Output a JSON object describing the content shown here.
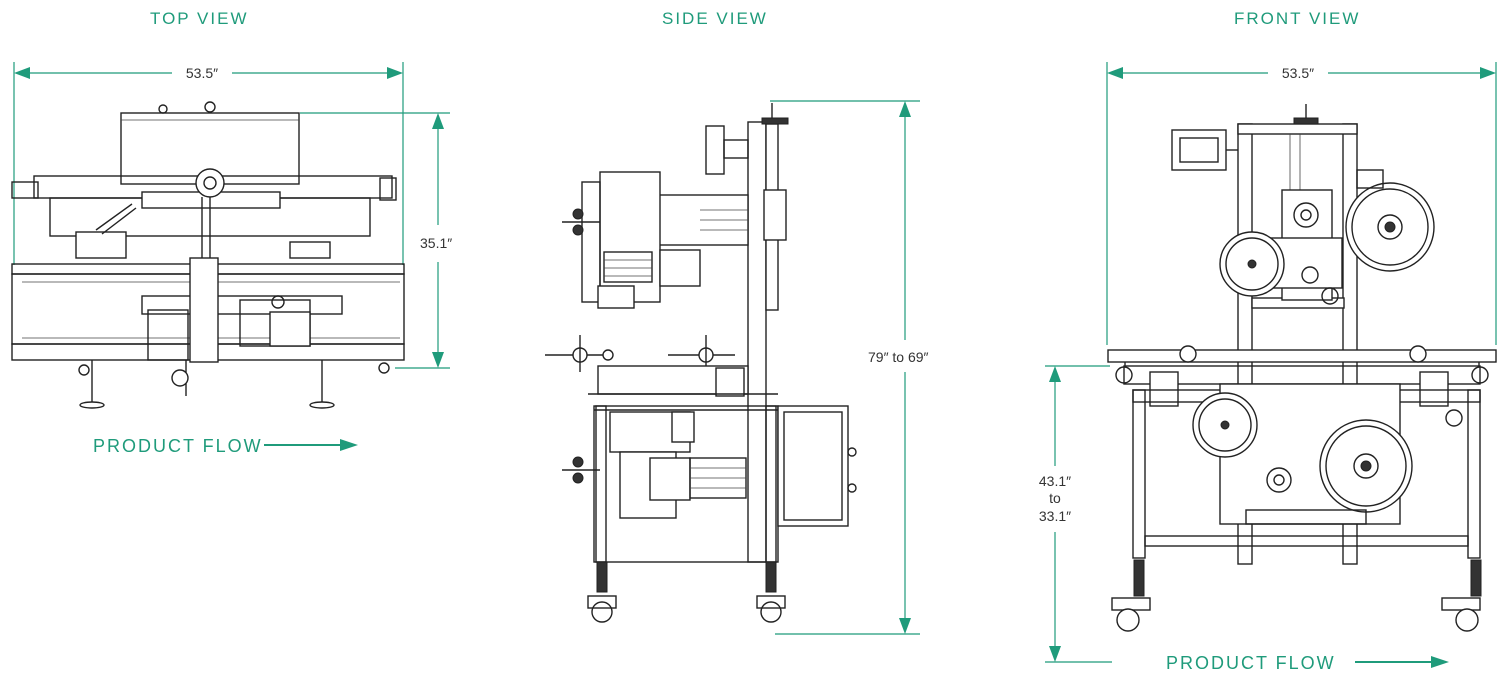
{
  "colors": {
    "accent": "#1f9b7b",
    "line": "#222222",
    "dim_text": "#333333"
  },
  "views": {
    "top": {
      "title": "TOP VIEW",
      "width_dim": "53.5″",
      "depth_dim": "35.1″",
      "flow_label": "PRODUCT FLOW"
    },
    "side": {
      "title": "SIDE VIEW",
      "height_dim": "79″ to 69″"
    },
    "front": {
      "title": "FRONT VIEW",
      "width_dim": "53.5″",
      "height_dim_line1": "43.1″",
      "height_dim_line2": "to",
      "height_dim_line3": "33.1″",
      "flow_label": "PRODUCT FLOW"
    }
  }
}
